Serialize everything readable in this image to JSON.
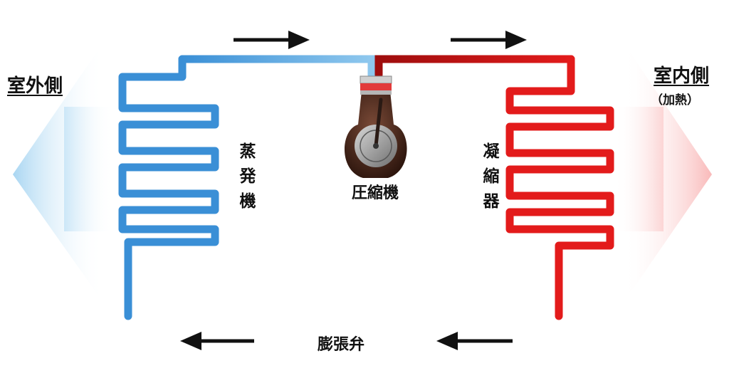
{
  "labels": {
    "outdoor": "室外側",
    "indoor": "室内側",
    "indoor_sub": "（加熱）",
    "compressor": "圧縮機",
    "evaporator": "蒸発機",
    "condenser": "凝縮器",
    "expansion_valve": "膨張弁"
  },
  "colors": {
    "cold": "#3a8fd6",
    "cold_light": "#a9d6f2",
    "hot": "#e31b1b",
    "hot_dark": "#9e0d0d",
    "arrow": "#111111",
    "compressor_body": "#4a2a1e"
  },
  "arrows": [
    {
      "name": "arrow-top-left",
      "direction": "right"
    },
    {
      "name": "arrow-top-right",
      "direction": "right"
    },
    {
      "name": "arrow-bottom-left",
      "direction": "left"
    },
    {
      "name": "arrow-bottom-right",
      "direction": "left"
    }
  ]
}
